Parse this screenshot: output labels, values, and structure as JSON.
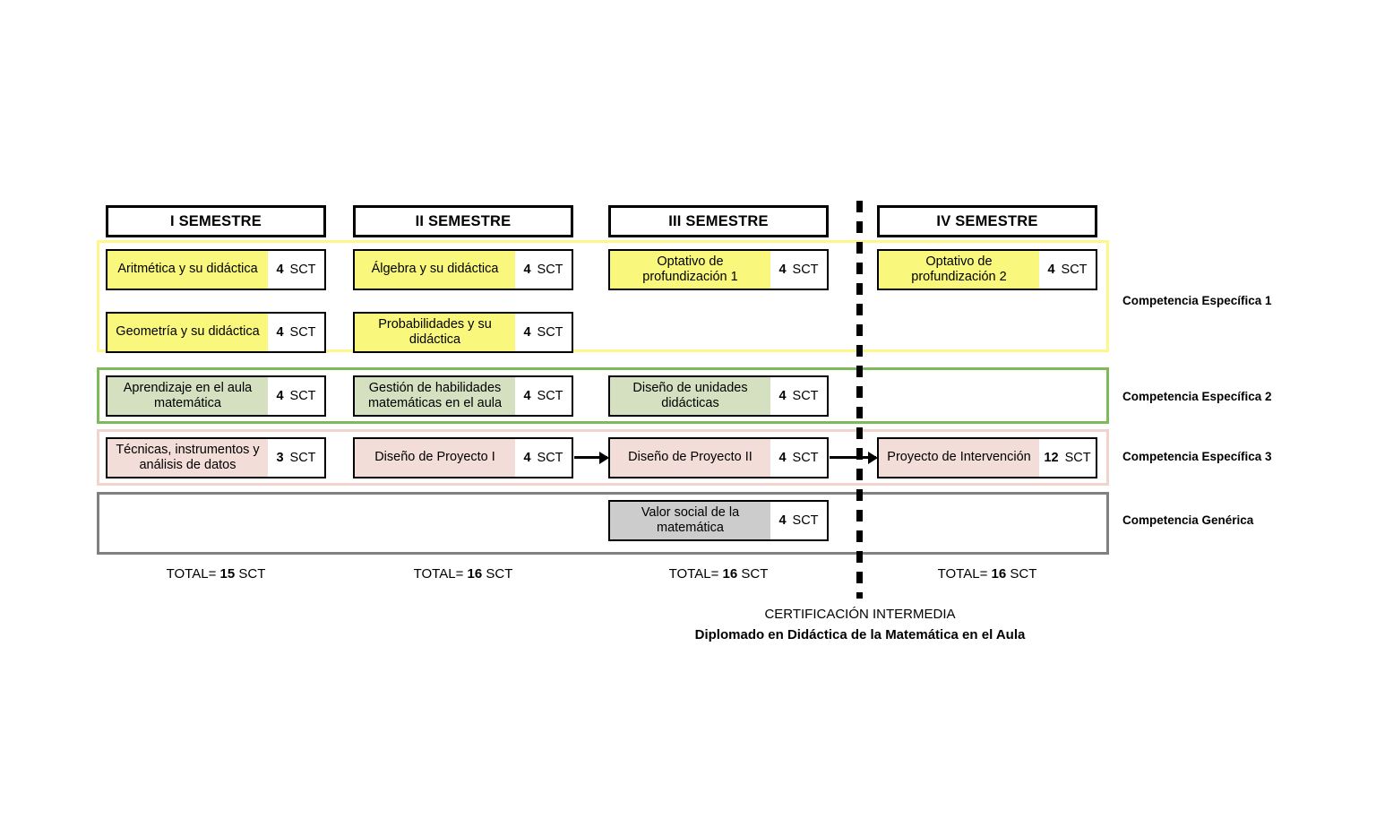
{
  "semesters": [
    {
      "label": "I SEMESTRE"
    },
    {
      "label": "II SEMESTRE"
    },
    {
      "label": "III SEMESTRE"
    },
    {
      "label": "IV SEMESTRE"
    }
  ],
  "groups": [
    {
      "key": "especifica1",
      "label": "Competencia Específica 1",
      "color": "#FFF68A"
    },
    {
      "key": "especifica2",
      "label": "Competencia Específica 2",
      "color": "#7FBA5A"
    },
    {
      "key": "especifica3",
      "label": "Competencia Específica 3",
      "color": "#F2D4CE"
    },
    {
      "key": "generica",
      "label": "Competencia Genérica",
      "color": "#808080"
    }
  ],
  "courses": [
    {
      "name": "Aritmética y su didáctica",
      "credits": "4",
      "unit": "SCT"
    },
    {
      "name": "Geometría y su didáctica",
      "credits": "4",
      "unit": "SCT"
    },
    {
      "name": "Álgebra y su didáctica",
      "credits": "4",
      "unit": "SCT"
    },
    {
      "name": "Probabilidades y su didáctica",
      "credits": "4",
      "unit": "SCT"
    },
    {
      "name": "Optativo de profundización 1",
      "credits": "4",
      "unit": "SCT"
    },
    {
      "name": "Optativo de profundización 2",
      "credits": "4",
      "unit": "SCT"
    },
    {
      "name": "Aprendizaje en el aula matemática",
      "credits": "4",
      "unit": "SCT"
    },
    {
      "name": "Gestión de habilidades matemáticas en el aula",
      "credits": "4",
      "unit": "SCT"
    },
    {
      "name": "Diseño de unidades didácticas",
      "credits": "4",
      "unit": "SCT"
    },
    {
      "name": "Técnicas, instrumentos y análisis de datos",
      "credits": "3",
      "unit": "SCT"
    },
    {
      "name": "Diseño de Proyecto I",
      "credits": "4",
      "unit": "SCT"
    },
    {
      "name": "Diseño de Proyecto II",
      "credits": "4",
      "unit": "SCT"
    },
    {
      "name": "Proyecto de Intervención",
      "credits": "12",
      "unit": "SCT"
    },
    {
      "name": "Valor social de la matemática",
      "credits": "4",
      "unit": "SCT"
    }
  ],
  "totals": [
    {
      "prefix": "TOTAL=",
      "value": "15",
      "unit": "SCT"
    },
    {
      "prefix": "TOTAL=",
      "value": "16",
      "unit": "SCT"
    },
    {
      "prefix": "TOTAL=",
      "value": "16",
      "unit": "SCT"
    },
    {
      "prefix": "TOTAL=",
      "value": "16",
      "unit": "SCT"
    }
  ],
  "certification": {
    "title": "CERTIFICACIÓN INTERMEDIA",
    "subtitle": "Diplomado en Didáctica de la Matemática en el Aula"
  },
  "colors": {
    "yellow_fill": "#FAF87C",
    "green_fill": "#D5E0C0",
    "pink_fill": "#F2DDD8",
    "gray_fill": "#CCCCCC",
    "yellow_frame": "#FFF68A",
    "green_frame": "#7FBA5A",
    "pink_frame": "#F2D4CE",
    "gray_frame": "#808080"
  }
}
